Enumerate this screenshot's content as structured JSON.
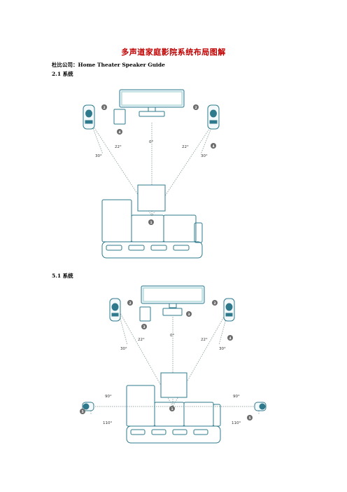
{
  "document": {
    "title": "多声道家庭影院系统布局图解",
    "author_line": "杜比公司：Home Theater Speaker Guide",
    "section_21": "2.1 系统",
    "section_51": "5.1 系统"
  },
  "diagram_21": {
    "angle_center": "0°",
    "angle_left_inner": "22°",
    "angle_right_inner": "22°",
    "angle_left_outer": "30°",
    "angle_right_outer": "30°",
    "badge_front_left": "2",
    "badge_front_right": "2",
    "badge_sub": "4",
    "badge_alt": "4",
    "badge_listener": "1"
  },
  "diagram_51": {
    "angle_center": "0°",
    "angle_left_inner": "22°",
    "angle_right_inner": "22°",
    "angle_left_outer": "30°",
    "angle_right_outer": "30°",
    "angle_left_side": "90°",
    "angle_right_side": "90°",
    "angle_left_rear": "110°",
    "angle_right_rear": "110°",
    "badge_front_left": "2",
    "badge_front_right": "2",
    "badge_center": "3",
    "badge_sub": "3",
    "badge_alt": "4",
    "badge_listener": "1",
    "badge_surround_left": "5",
    "badge_surround_right": "5"
  },
  "colors": {
    "line": "#2e7a8c",
    "screen_fill": "#e9f4f8",
    "badge": "#6b6b6b",
    "title": "#c00000"
  }
}
